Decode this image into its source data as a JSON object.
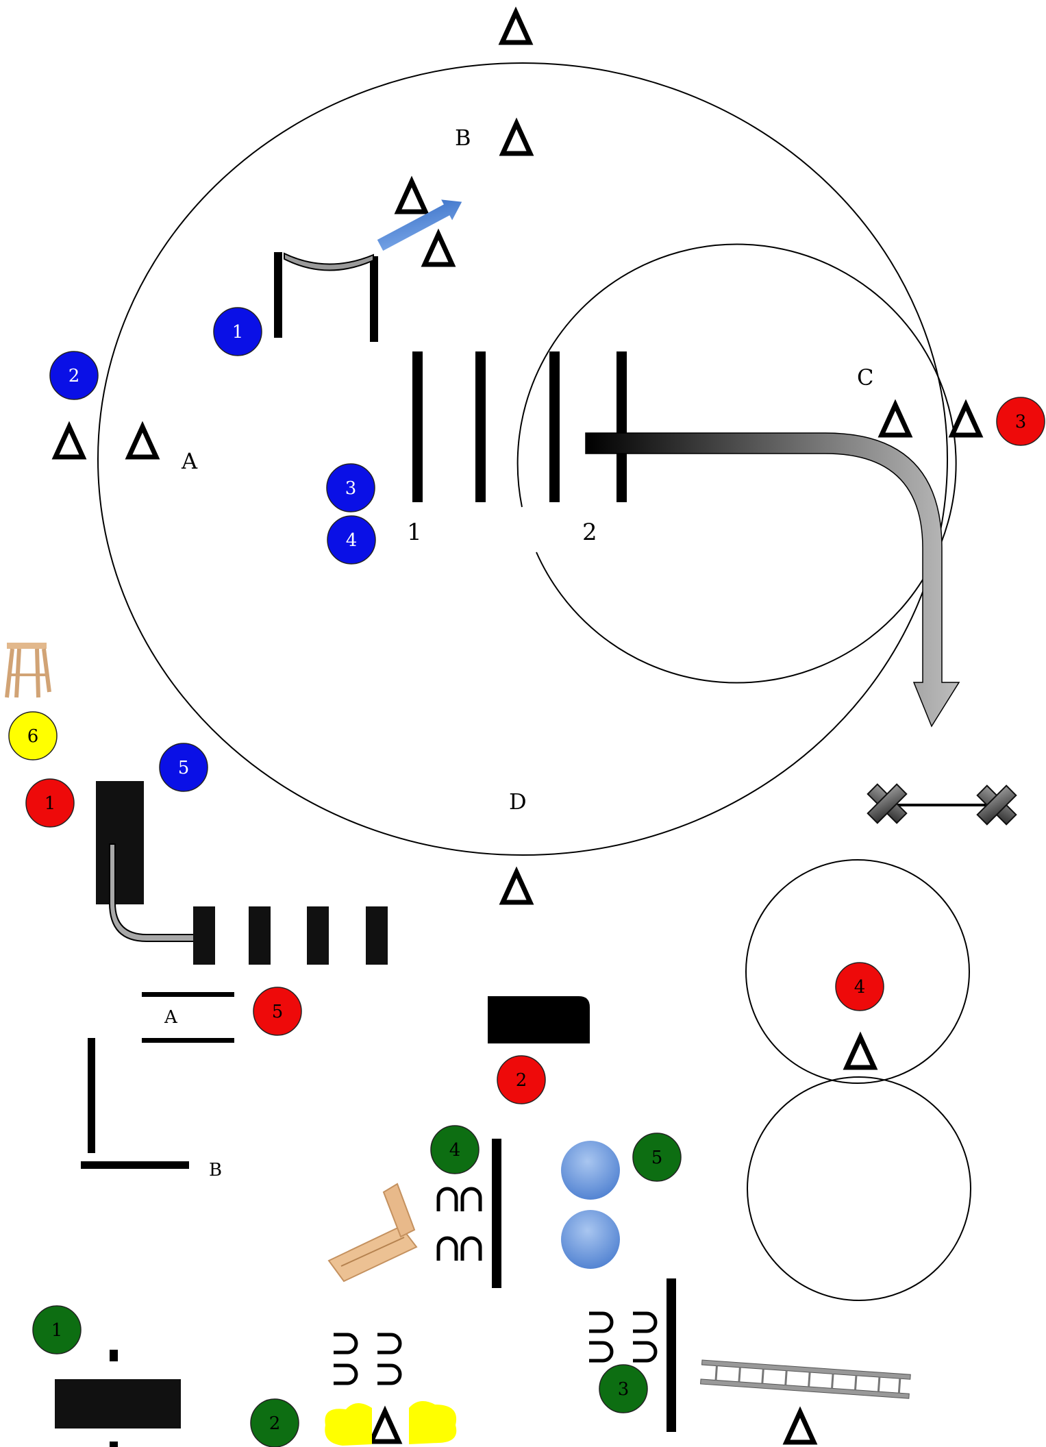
{
  "letters": {
    "outer_a": "A",
    "outer_b": "B",
    "outer_c": "C",
    "outer_d": "D",
    "pole_1": "1",
    "pole_2": "2",
    "corridor_a": "A",
    "corridor_b": "B"
  },
  "markers": {
    "blue": [
      "1",
      "2",
      "3",
      "4",
      "5"
    ],
    "red": [
      "1",
      "2",
      "3",
      "4",
      "5"
    ],
    "green": [
      "1",
      "2",
      "3",
      "4",
      "5"
    ],
    "yellow": [
      "6"
    ]
  },
  "colors": {
    "blue": "#0a10e6",
    "red": "#ee0a0a",
    "green": "#0d6e12",
    "yellow": "#ffff00",
    "line": "#000000",
    "arrow_gray": "#a8a8a8",
    "arrow_blue": "#5b8fd6",
    "ball_blue": "#6e9de0",
    "wood": "#e8b98a"
  },
  "icons": [
    "cone-triangle-icon",
    "horseshoe-icon",
    "ladder-icon",
    "sawhorse-icon",
    "rattle-icon",
    "cross-icon",
    "puddle-icon"
  ]
}
